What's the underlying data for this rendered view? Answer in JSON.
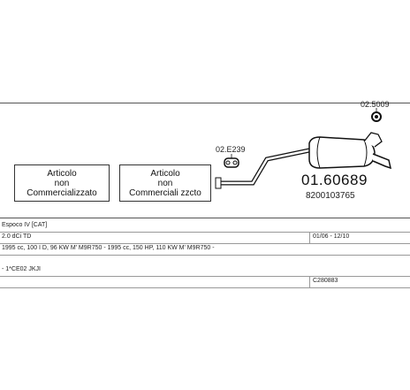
{
  "diagram": {
    "boxes": [
      {
        "line1": "Articolo",
        "line2": "non",
        "line3": "Commercializzato"
      },
      {
        "line1": "Articolo",
        "line2": "non",
        "line3": "Commerciali zzcto"
      }
    ],
    "clamp_ref": "02.5009",
    "hanger_ref": "02.E239",
    "part_number": "01.60689",
    "oe_number": "8200103765"
  },
  "table": {
    "rows": [
      {
        "text": "Espoco IV [CAT]",
        "right": ""
      },
      {
        "text": "2.0 dCi TD",
        "right": "01/06 - 12/10"
      },
      {
        "text": "1995 cc, 100 I D, 96 KW M' M9R750 - 1995 cc, 150 HP, 110 KW M' M9R750 -",
        "right": ""
      },
      {
        "text": "- 1*CE02 JKJI",
        "right": ""
      },
      {
        "text": "",
        "right": "C280883"
      }
    ]
  }
}
